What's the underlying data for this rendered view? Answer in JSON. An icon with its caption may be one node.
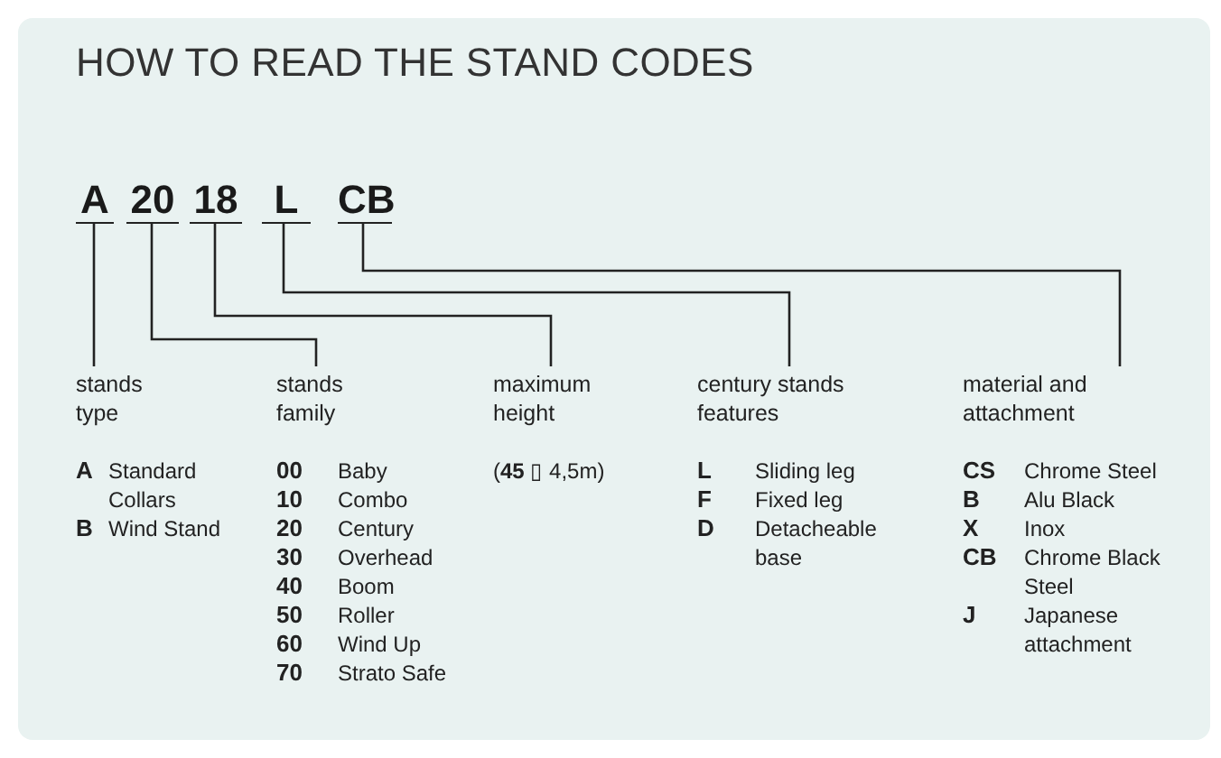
{
  "diagram": {
    "title": "HOW TO READ THE STAND CODES",
    "nodes": [
      {
        "text": [
          "A"
        ]
      },
      {
        "text": [
          "20"
        ]
      },
      {
        "text": [
          "18"
        ]
      },
      {
        "text": [
          "L"
        ]
      },
      {
        "text": [
          "CB"
        ]
      },
      {
        "text": [
          "stands type"
        ]
      },
      {
        "text": [
          "stands family"
        ]
      },
      {
        "text": [
          "maximum height"
        ]
      },
      {
        "text": [
          "century stands features"
        ]
      },
      {
        "text": [
          "material and attachment"
        ]
      }
    ],
    "edges": [
      {
        "from": 0,
        "to": 5,
        "arrow": "none"
      },
      {
        "from": 1,
        "to": 6,
        "arrow": "none"
      },
      {
        "from": 2,
        "to": 7,
        "arrow": "none"
      },
      {
        "from": 3,
        "to": 8,
        "arrow": "none"
      },
      {
        "from": 4,
        "to": 9,
        "arrow": "none"
      }
    ],
    "labels": [
      "A",
      "Standard Collars",
      "B",
      "Wind Stand",
      "00",
      "Baby",
      "10",
      "Combo",
      "20",
      "Century",
      "30",
      "Overhead",
      "40",
      "Boom",
      "50",
      "Roller",
      "60",
      "Wind Up",
      "70",
      "Strato Safe",
      "(**45** ▯ 4,5m)",
      "L",
      "Sliding leg",
      "F",
      "Fixed leg",
      "D",
      "Detacheable base",
      "CS",
      "Chrome Steel",
      "B",
      "Alu Black",
      "X",
      "Inox",
      "CB",
      "Chrome Black Steel",
      "J",
      "Japanese attachment"
    ]
  }
}
